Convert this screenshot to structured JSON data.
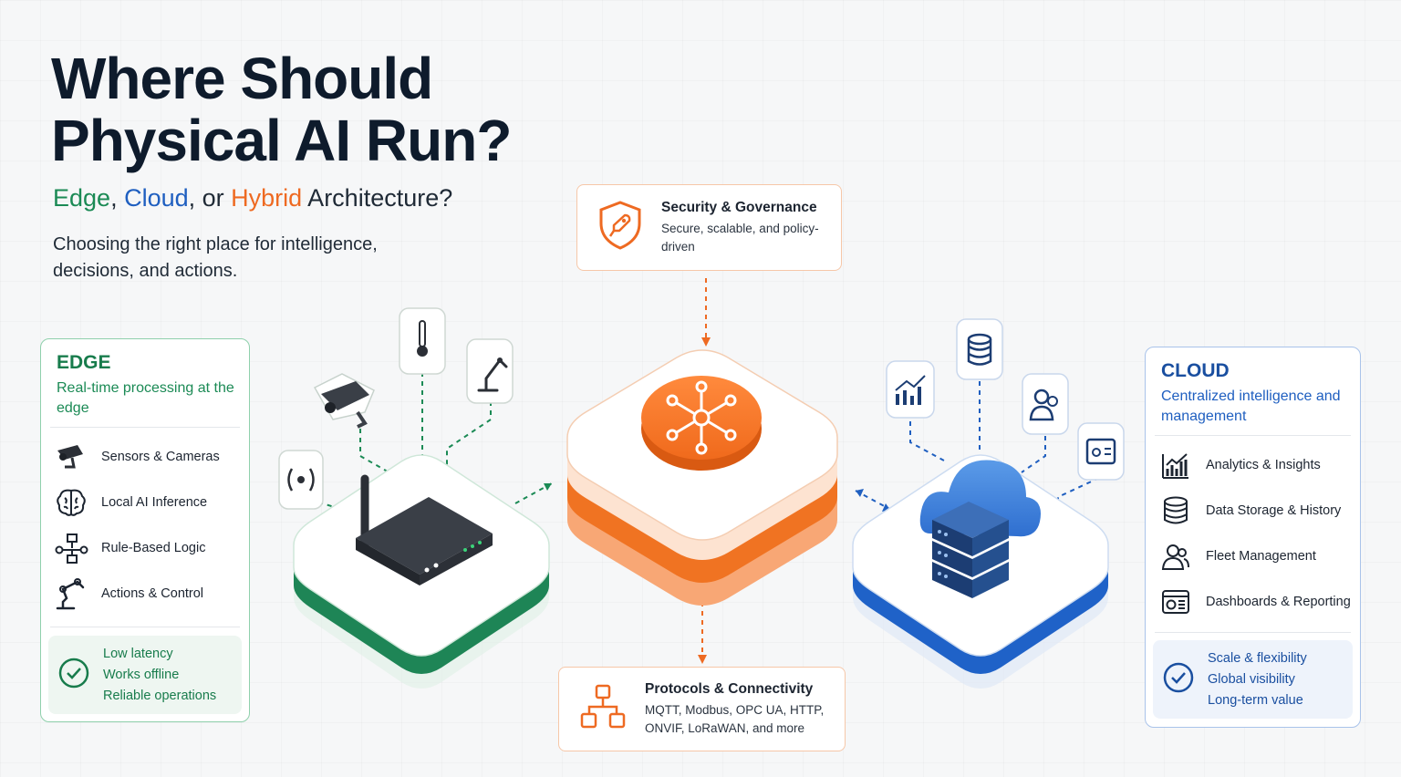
{
  "title": "Where Should Physical AI Run?",
  "subtitle": {
    "edge": "Edge",
    "sep1": ", ",
    "cloud": "Cloud",
    "sep2": ", or ",
    "hybrid": "Hybrid",
    "rest": " Architecture?"
  },
  "tagline": "Choosing the right place for intelligence, decisions, and actions.",
  "edge_panel": {
    "heading": "EDGE",
    "description": "Real-time processing at the edge",
    "features": [
      {
        "label": "Sensors & Cameras",
        "icon": "camera-icon"
      },
      {
        "label": "Local AI Inference",
        "icon": "brain-icon"
      },
      {
        "label": "Rule-Based Logic",
        "icon": "flowchart-icon"
      },
      {
        "label": "Actions & Control",
        "icon": "robot-arm-icon"
      }
    ],
    "benefits": [
      "Low latency",
      "Works offline",
      "Reliable operations"
    ]
  },
  "cloud_panel": {
    "heading": "CLOUD",
    "description": "Centralized intelligence and management",
    "features": [
      {
        "label": "Analytics & Insights",
        "icon": "bar-chart-icon"
      },
      {
        "label": "Data Storage & History",
        "icon": "database-icon"
      },
      {
        "label": "Fleet Management",
        "icon": "users-icon"
      },
      {
        "label": "Dashboards & Reporting",
        "icon": "dashboard-icon"
      }
    ],
    "benefits": [
      "Scale & flexibility",
      "Global visibility",
      "Long-term value"
    ]
  },
  "security": {
    "title": "Security & Governance",
    "text": "Secure, scalable, and policy-driven",
    "icon": "shield-icon"
  },
  "protocols": {
    "title": "Protocols & Connectivity",
    "text": "MQTT, Modbus, OPC UA, HTTP, ONVIF, LoRaWAN, and more",
    "icon": "network-icon"
  },
  "colors": {
    "edge": "#1b8a55",
    "cloud": "#1f5fc0",
    "hybrid": "#ee6a22",
    "title": "#0e1b2c"
  }
}
